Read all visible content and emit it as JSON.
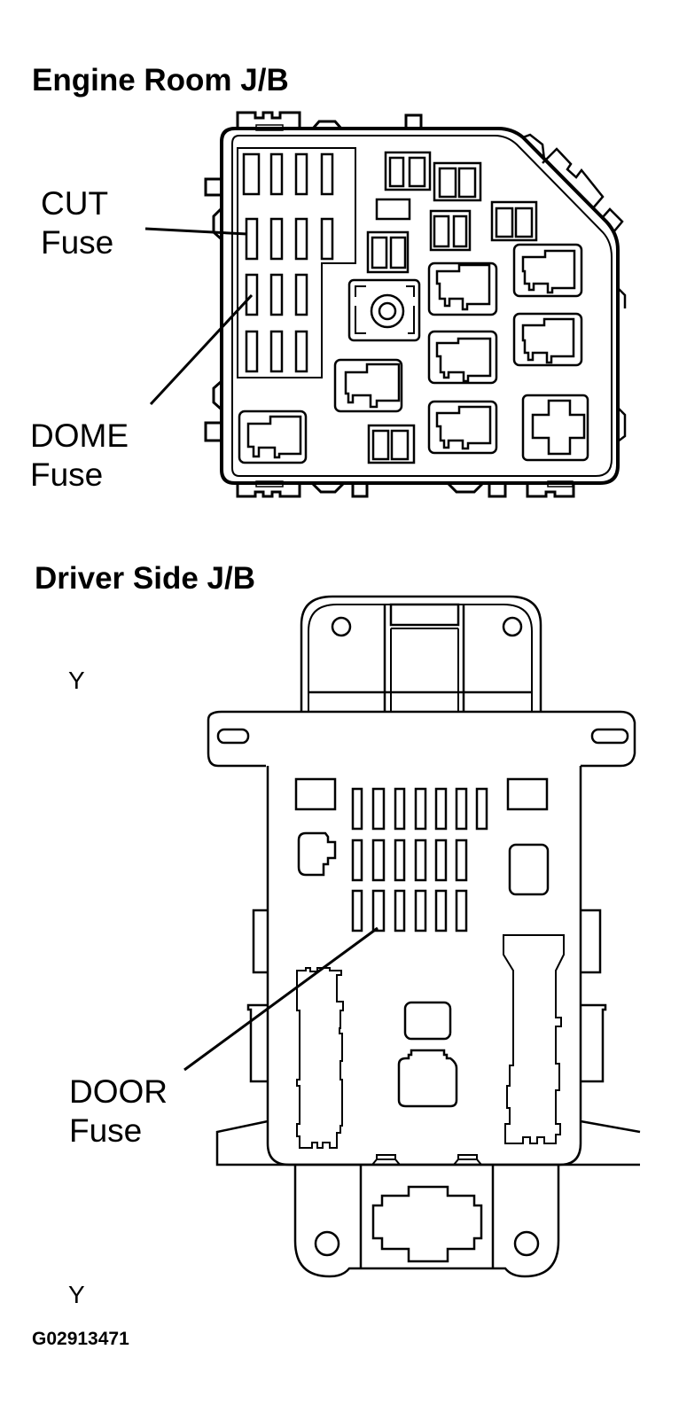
{
  "figure": {
    "code": "G02913471",
    "colors": {
      "line": "#000000",
      "background": "#ffffff"
    }
  },
  "engine_room": {
    "title": "Engine Room J/B",
    "callouts": [
      {
        "line1": "CUT",
        "line2": "Fuse"
      },
      {
        "line1": "DOME",
        "line2": "Fuse"
      }
    ]
  },
  "driver_side": {
    "title": "Driver Side J/B",
    "markers": {
      "top": "Y",
      "bottom": "Y"
    },
    "callouts": [
      {
        "line1": "DOOR",
        "line2": "Fuse"
      }
    ]
  }
}
